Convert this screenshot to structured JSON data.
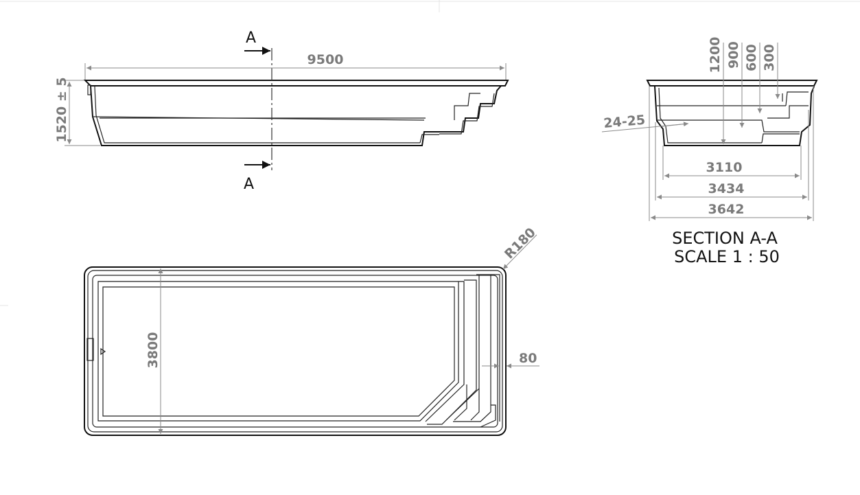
{
  "side_view": {
    "length_label": "9500",
    "depth_label": "1520 ± 5",
    "cut_top_label": "A",
    "cut_bottom_label": "A"
  },
  "section_view": {
    "depth_labels": [
      "1200",
      "900",
      "600",
      "300"
    ],
    "wall_angle_label": "24-25",
    "width_labels": [
      "3110",
      "3434",
      "3642"
    ],
    "title": "SECTION A-A",
    "scale": "SCALE 1 : 50"
  },
  "plan_view": {
    "width_label": "3800",
    "radius_label": "R180",
    "step_offset_label": "80"
  }
}
